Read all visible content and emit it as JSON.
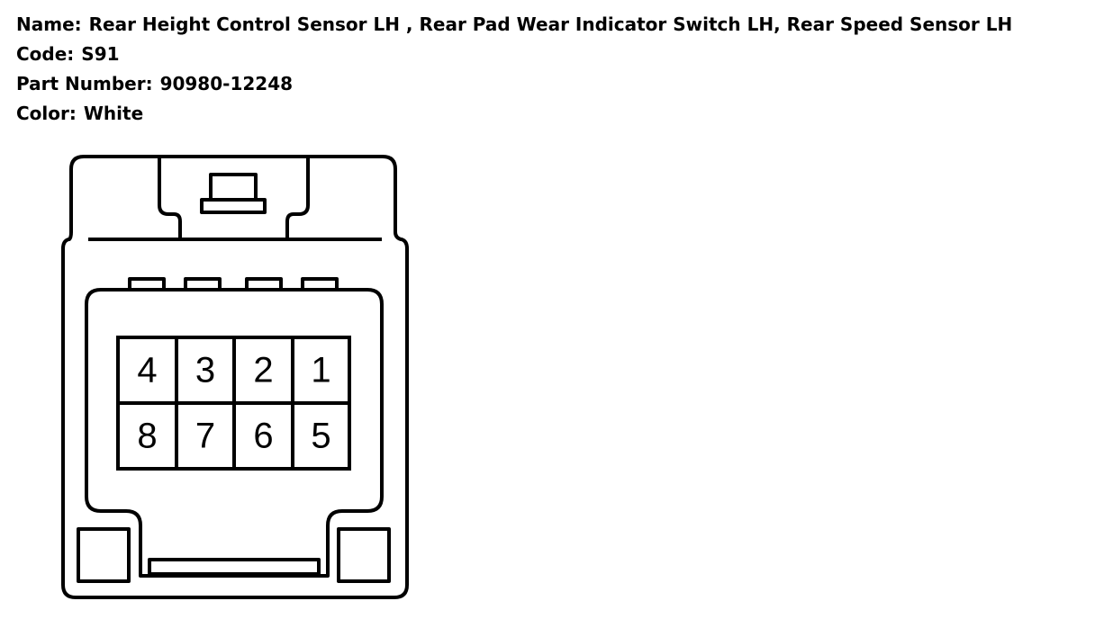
{
  "info": {
    "name_label": "Name:",
    "name_value": "Rear Height Control Sensor LH , Rear Pad Wear Indicator Switch LH, Rear Speed Sensor LH",
    "code_label": "Code:",
    "code_value": "S91",
    "part_label": "Part Number:",
    "part_value": "90980-12248",
    "color_label": "Color:",
    "color_value": "White"
  },
  "pins": {
    "top": [
      "4",
      "3",
      "2",
      "1"
    ],
    "bottom": [
      "8",
      "7",
      "6",
      "5"
    ]
  }
}
